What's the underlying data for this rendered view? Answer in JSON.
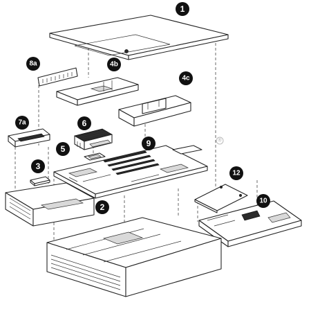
{
  "callouts": {
    "top_cover": "1",
    "memory_module": "8a",
    "baffle_left": "4b",
    "baffle_right": "4c",
    "drive_cage_small": "7a",
    "heatsink": "6",
    "processor": "5",
    "system_board": "9",
    "battery": "3",
    "front_drive_cage": "2",
    "cover_plate": "12",
    "io_board": "10"
  },
  "watermark": {
    "registered_mark": "®"
  },
  "colors": {
    "callout": "#111111",
    "line": "#222222",
    "watermark": "#f4c27f"
  }
}
